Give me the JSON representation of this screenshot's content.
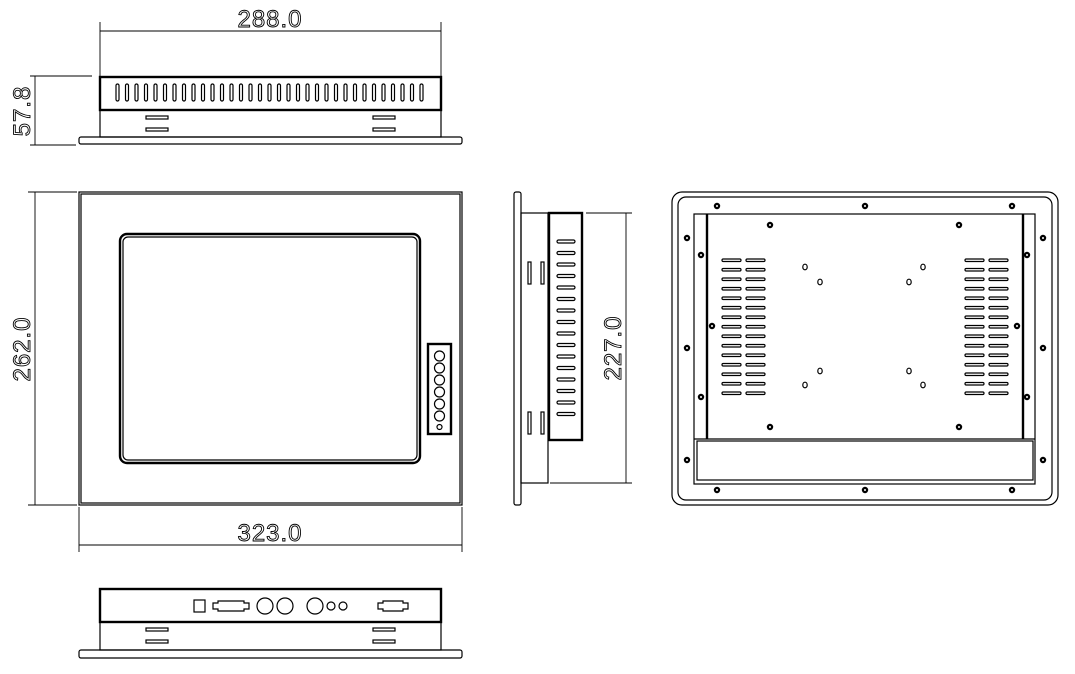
{
  "drawing": {
    "dimensions": {
      "top_width": "288.0",
      "top_height": "57.8",
      "front_height": "262.0",
      "front_width": "323.0",
      "side_height": "227.0"
    },
    "views": [
      "top-view",
      "front-view",
      "side-view",
      "back-view",
      "bottom-view"
    ],
    "front_buttons_count": 6,
    "top_vent_slots_count": 33,
    "side_vent_slots_count": 16,
    "back_vent_rows_count": 15
  }
}
